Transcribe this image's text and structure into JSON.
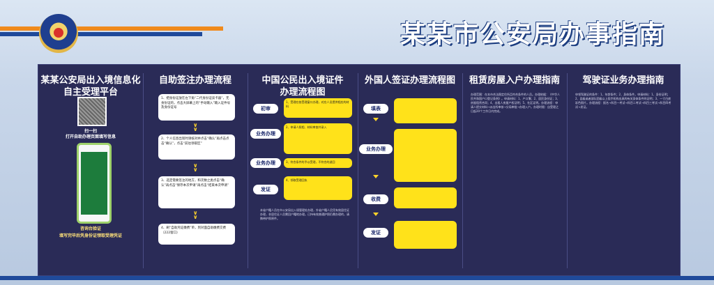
{
  "header": {
    "title": "某某市公安局办事指南"
  },
  "columns": {
    "c1": {
      "title_line1": "某某公安局出入境信息化",
      "title_line2": "自主受理平台",
      "scan": "扫一扫",
      "scan_desc": "打开自助办理页面填写信息",
      "consult": "咨询台验证",
      "consult_desc": "填写完毕后凭身份证领取受理凭证"
    },
    "c2": {
      "title": "自助签注办理流程",
      "steps": [
        "1、把身份证放在左下角“二代身份证读卡器”，无身份证的，点击大屏幕上的“手动输入”输入证件号及身份证号",
        "2、个人信息出现时请核对并点击“确认”再点击点击“确认”，点击“前往领取区”",
        "3、选定需要签注的地方，和次数之类点击“确认”再点击“保存本次申请”再点击“结束本次申请”",
        "4、刷“自助凭证缴费”单，到对面自助缴费交费（222窗口）"
      ]
    },
    "c3": {
      "title_line1": "中国公民出入境证件",
      "title_line2": "办理流程图",
      "labels": [
        "初审",
        "业务办理",
        "业务办理",
        "发证"
      ],
      "notes": [
        "1、受理在各受理窗口办理，对应人员提供相应的材料",
        "2、申请人照相、材料审查并录入",
        "3、符合条件的予以受理，不符合的退回",
        "4、领取受理回执"
      ],
      "bottom_note": "本省户籍人员在市公安局出入境管理处办理，外省户籍人员凭有效居住证办理，非居住证人员需回户籍地办理。已持有效普通护照仍需办理的，请携带护照原件。"
    },
    "c4": {
      "title_line1": "外国人签证办理流程图",
      "labels": [
        "填表",
        "业务办理",
        "收费",
        "发证"
      ]
    },
    "c5": {
      "title": "租赁房屋入户办理指南",
      "text": "办理范围：在本市合法稳定住所且符合条件的人员。办理依据：《中华人民共和国户口登记条例》。申请材料：1、户口簿；2、居民身份证；3、房屋租赁合同；4、出租人房屋产权证明；5、社区证明。办理流程：申请人提交材料→派出所审核→分局审批→办理入户。办理时限：自受理之日起20个工作日内完成。"
    },
    "c6": {
      "title": "驾驶证业务办理指南",
      "text": "申领驾驶证的条件：1、年龄条件；2、身体条件。申请材料：1、身份证明；2、县级或者部队团级以上医疗机构出具的有关身体条件的证明；3、一寸白底彩色照片。办理流程：报名→科目一考试→科目二考试→科目三考试→科目四考试→发证。"
    }
  },
  "colors": {
    "accent_orange": "#f08a1c",
    "panel": "#2a2b57",
    "yellow": "#ffe21a"
  }
}
